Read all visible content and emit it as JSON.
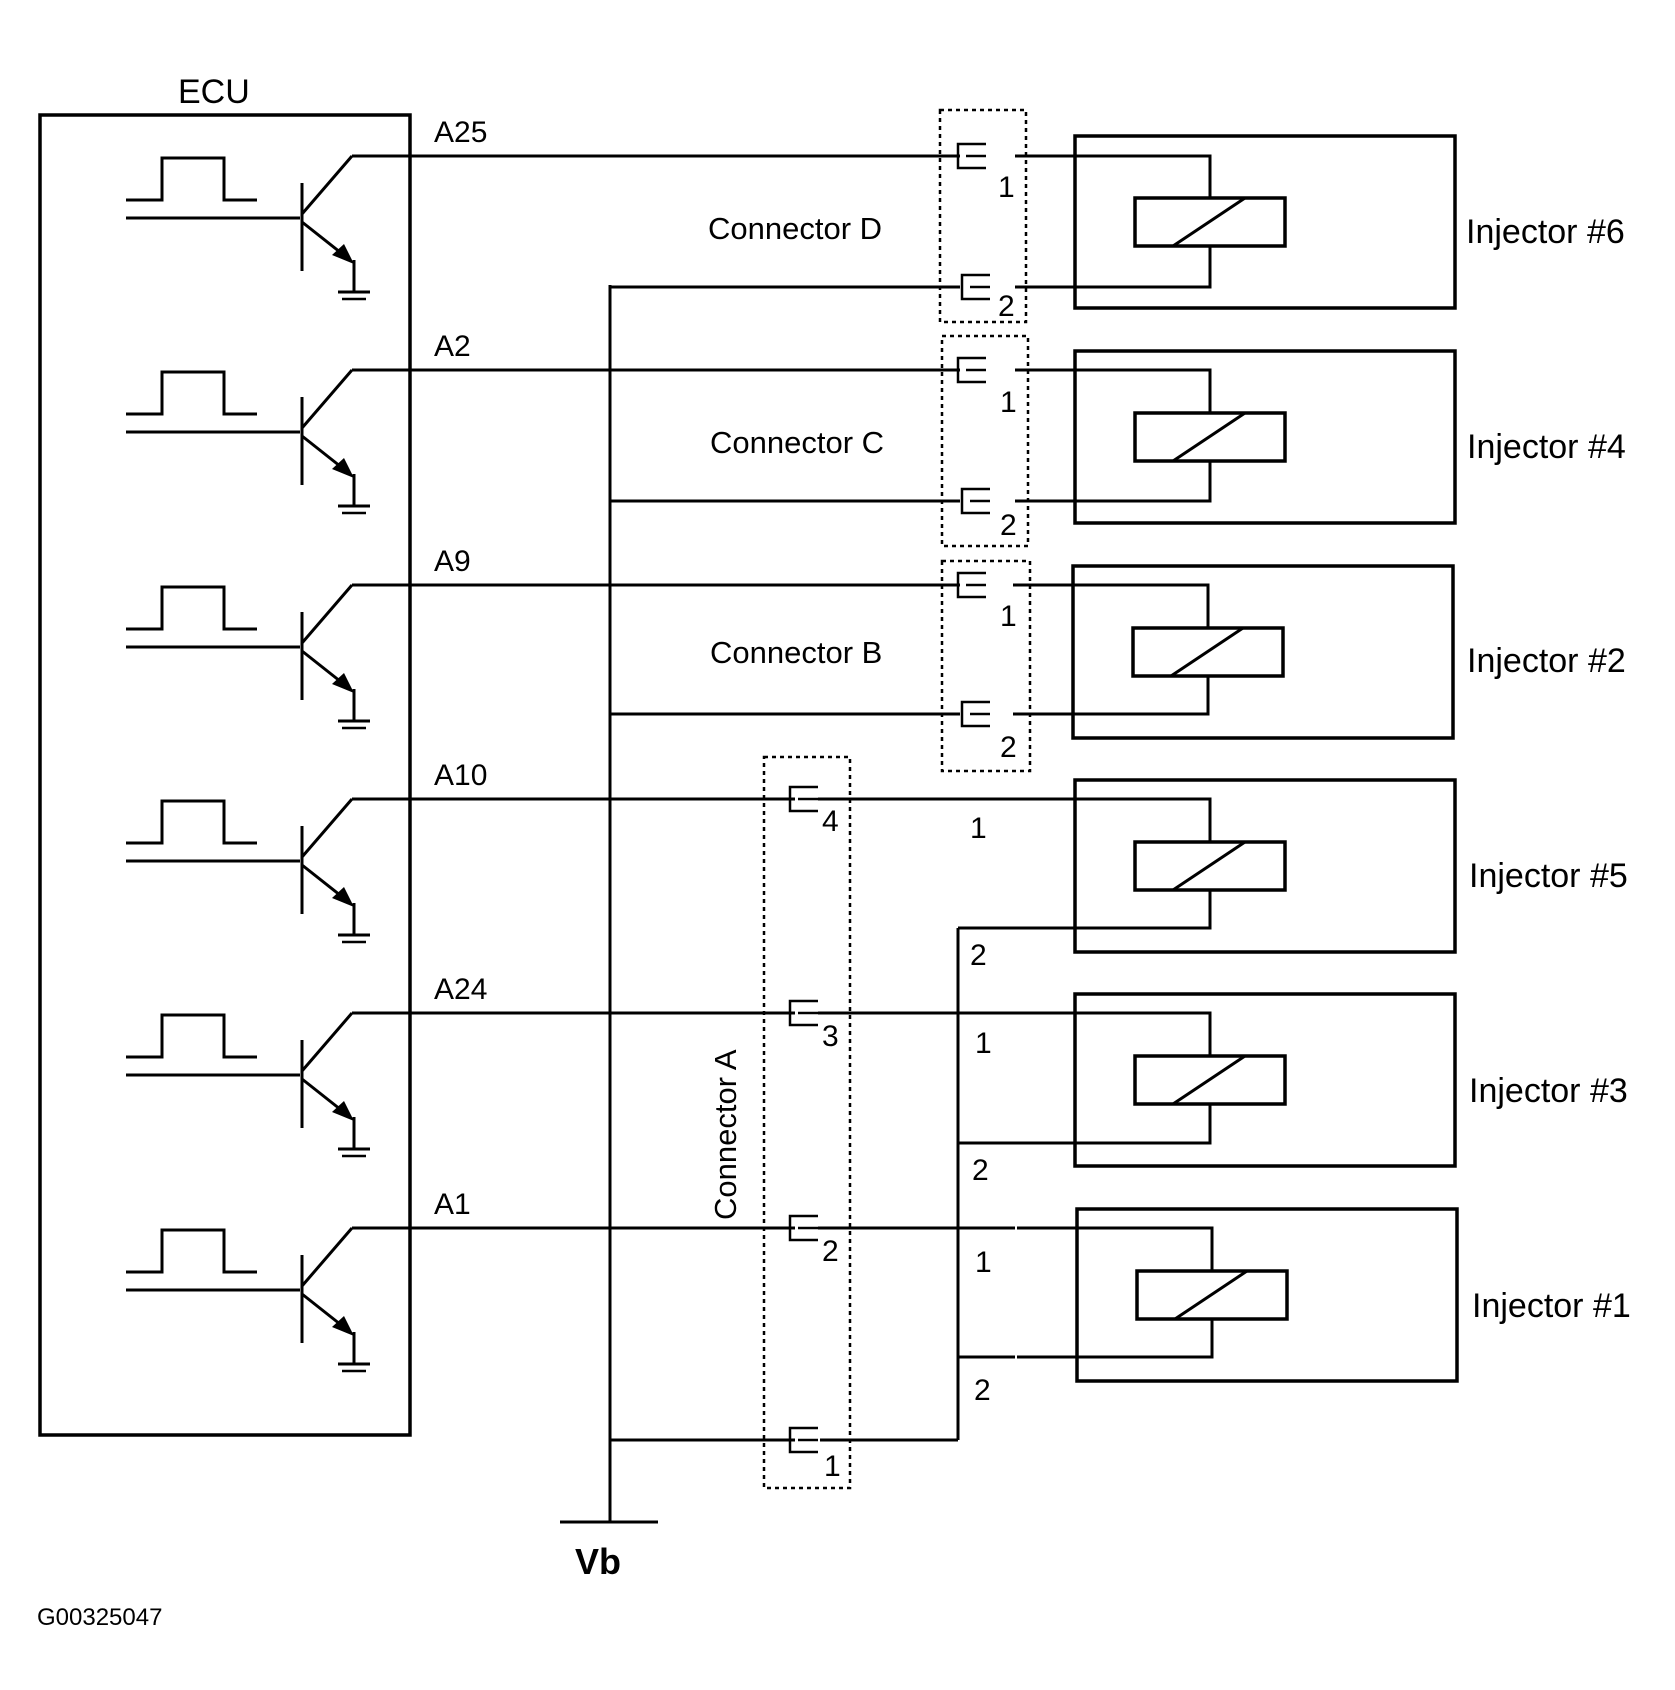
{
  "ecu": {
    "label": "ECU",
    "pins": [
      "A25",
      "A2",
      "A9",
      "A10",
      "A24",
      "A1"
    ]
  },
  "connectors": {
    "d": {
      "label": "Connector D",
      "pins": [
        "1",
        "2"
      ]
    },
    "c": {
      "label": "Connector C",
      "pins": [
        "1",
        "2"
      ]
    },
    "b": {
      "label": "Connector B",
      "pins": [
        "1",
        "2"
      ]
    },
    "a": {
      "label": "Connector A",
      "pins": [
        "4",
        "3",
        "2",
        "1"
      ]
    }
  },
  "injectors": [
    {
      "label": "Injector #6",
      "terminals": [
        "1",
        "2"
      ]
    },
    {
      "label": "Injector #4",
      "terminals": [
        "1",
        "2"
      ]
    },
    {
      "label": "Injector #2",
      "terminals": [
        "1",
        "2"
      ]
    },
    {
      "label": "Injector #5",
      "terminals": [
        "1",
        "2"
      ]
    },
    {
      "label": "Injector #3",
      "terminals": [
        "1",
        "2"
      ]
    },
    {
      "label": "Injector #1",
      "terminals": [
        "1",
        "2"
      ]
    }
  ],
  "supply_label": "Vb",
  "figure_code": "G00325047"
}
